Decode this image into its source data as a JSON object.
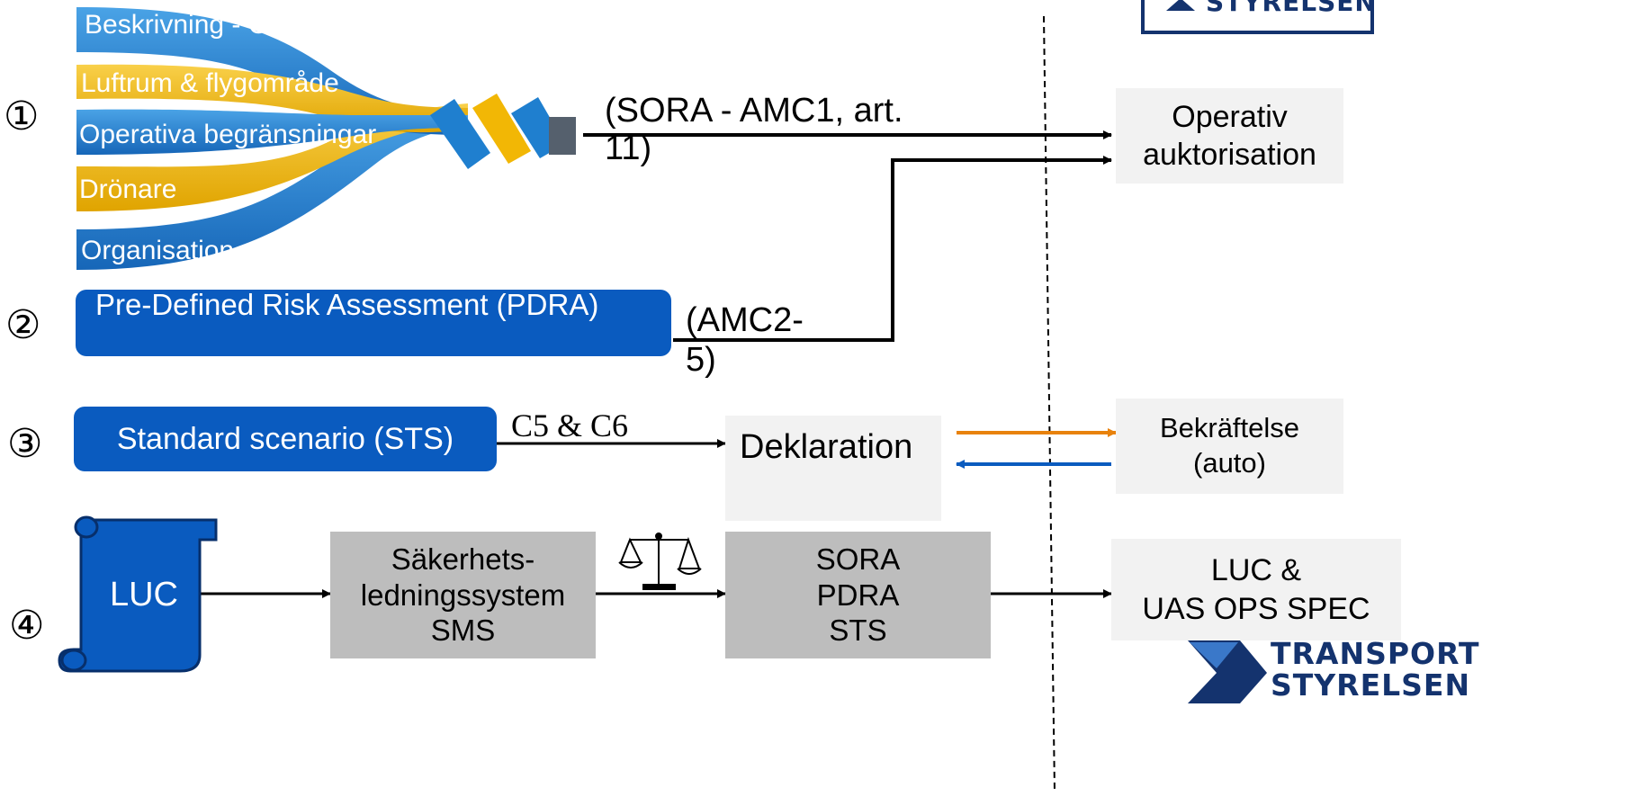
{
  "colors": {
    "accent_blue": "#0a5bbf",
    "strand_blue": "#1f7fcf",
    "strand_yellow": "#f2b705",
    "box_grey": "#bdbdbd",
    "box_light": "#f2f2f2",
    "arrow_orange": "#e8820c",
    "logo_navy": "#14336e"
  },
  "rows": [
    {
      "marker": "①"
    },
    {
      "marker": "②"
    },
    {
      "marker": "③"
    },
    {
      "marker": "④"
    }
  ],
  "strands": [
    {
      "label": "Beskrivning - ConOps"
    },
    {
      "label": "Luftrum & flygområde"
    },
    {
      "label": "Operativa begränsningar"
    },
    {
      "label": "Drönare"
    },
    {
      "label": "Organisation"
    }
  ],
  "pdra_box": {
    "label": "Pre-Defined Risk Assessment (PDRA)"
  },
  "sts_box": {
    "label": "Standard scenario (STS)"
  },
  "luc_scroll": {
    "label": "LUC"
  },
  "edge_labels": {
    "sora": "(SORA - AMC1, art. 11)",
    "amc": "(AMC2-5)",
    "c5c6": "C5 & C6"
  },
  "boxes": {
    "operativ": "Operativ auktorisation",
    "deklaration": "Deklaration",
    "bekraftelse": "Bekräftelse (auto)",
    "sms_line1": "Säkerhets-",
    "sms_line2": "ledningssystem",
    "sms_line3": "SMS",
    "sora_line1": "SORA",
    "sora_line2": "PDRA",
    "sora_line3": "STS",
    "luc_line1": "LUC &",
    "luc_line2": "UAS OPS SPEC"
  },
  "icons": {
    "scale": "balance-scale-icon",
    "logo": "transportstyrelsen-logo"
  },
  "logo": {
    "line1": "TRANSPORT",
    "line2": "STYRELSEN",
    "top_partial": "STYRELSEN"
  }
}
